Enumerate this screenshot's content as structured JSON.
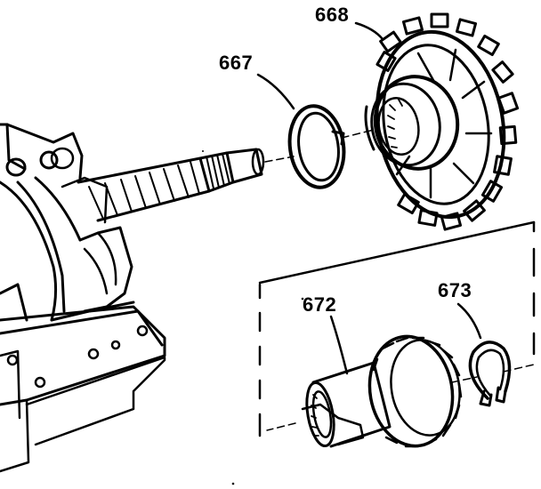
{
  "diagram": {
    "callouts": {
      "c668": "668",
      "c667": "667",
      "c672": "672",
      "c673": "673"
    }
  }
}
